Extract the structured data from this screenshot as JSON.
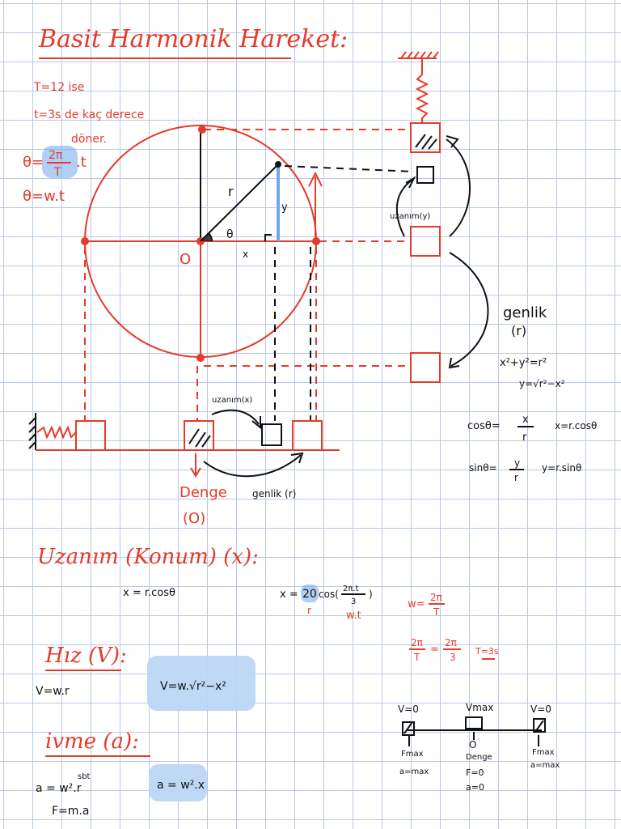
{
  "title": "Basit Harmonik Hareket:",
  "problem": {
    "line1": "T=12 ise",
    "line2": "t=3s de kaç derece",
    "line3": "döner.",
    "eq1_lhs": "θ=",
    "eq1_num": "2π",
    "eq1_den": "T",
    "eq1_rhs": ".t",
    "eq2": "θ=w.t"
  },
  "circle": {
    "center_label": "O",
    "radius_label": "r",
    "theta_label": "θ",
    "x_label": "x",
    "y_label": "y"
  },
  "labels": {
    "uzanim_y": "uzanım(y)",
    "uzanim_x": "uzanım(x)",
    "genlik_r": "genlik",
    "genlik_r2": "(r)",
    "genlik_bottom": "genlik (r)",
    "denge": "Denge",
    "denge_o": "(O)"
  },
  "identities": {
    "pyth": "x²+y²=r²",
    "y_eq": "y=√r²−x²",
    "cos_def": "cosθ=",
    "cos_num": "x",
    "cos_den": "r",
    "cos_x": "x=r.cosθ",
    "sin_def": "sinθ=",
    "sin_num": "y",
    "sin_den": "r",
    "sin_y": "y=r.sinθ"
  },
  "uzanim": {
    "heading": "Uzanım (Konum) (x):",
    "eq1": "x = r.cosθ",
    "eq2_pre": "x =",
    "eq2_amp": "20",
    "eq2_rest": "cos(",
    "eq2_frac_num": "2π.t",
    "eq2_frac_den": "3",
    "eq2_close": ")",
    "r_mark": "r",
    "wt_mark": "w.t",
    "w_lhs": "w=",
    "w_num": "2π",
    "w_den": "T",
    "w2_num_l": "2π",
    "w2_den_l": "T",
    "w2_eq": "=",
    "w2_num_r": "2π",
    "w2_den_r": "3",
    "T_eq": "T=3s"
  },
  "hiz": {
    "heading": "Hız (V):",
    "eq1": "V=w.r",
    "eq2": "V=w.√r²−x²"
  },
  "ivme": {
    "heading": "ivme (a):",
    "eq1": "a = w².r",
    "eq1_sup": "sbt",
    "eq2": "F=m.a",
    "eq3": "a = w².x"
  },
  "axis": {
    "left_top": "V=0",
    "mid_top": "Vmax",
    "right_top": "V=0",
    "left_b1": "Fmax",
    "left_b2": "a=max",
    "mid_b1": "O",
    "mid_b2": "Denge",
    "mid_b3": "F=0",
    "mid_b4": "a=0",
    "right_b1": "Fmax",
    "right_b2": "a=max"
  }
}
